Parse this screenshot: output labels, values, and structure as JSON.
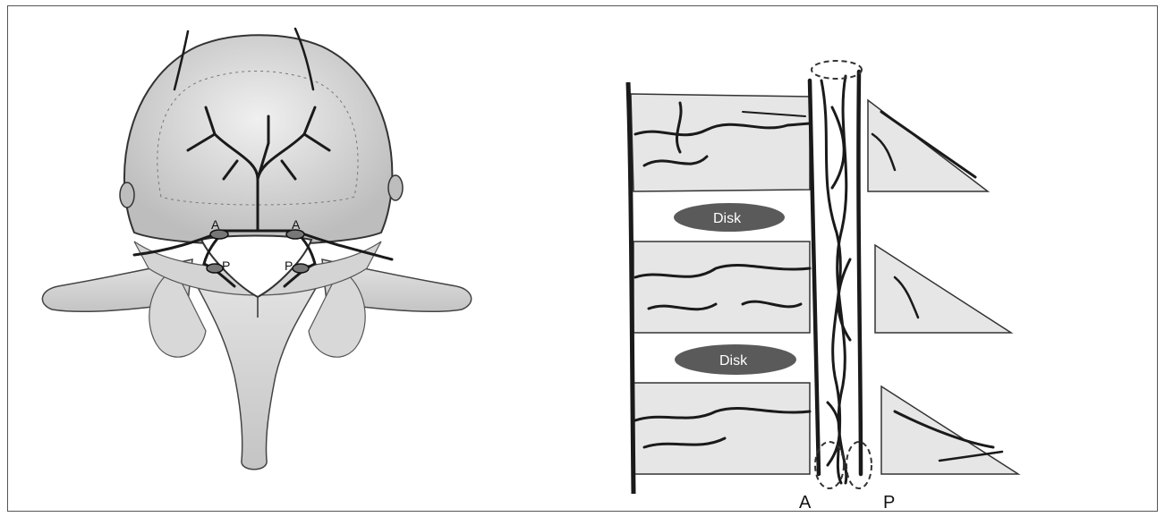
{
  "left_figure": {
    "labels": {
      "anterior_left": "A",
      "anterior_right": "A",
      "posterior_left": "P",
      "posterior_right": "P"
    }
  },
  "right_figure": {
    "disk_labels": [
      "Disk",
      "Disk"
    ],
    "bottom_labels": {
      "anterior": "A",
      "posterior": "P"
    }
  },
  "colors": {
    "bone_fill": "#e2e2e2",
    "vessel": "#1a1a1a",
    "disk": "#5a5a5a",
    "outline": "#333333"
  }
}
